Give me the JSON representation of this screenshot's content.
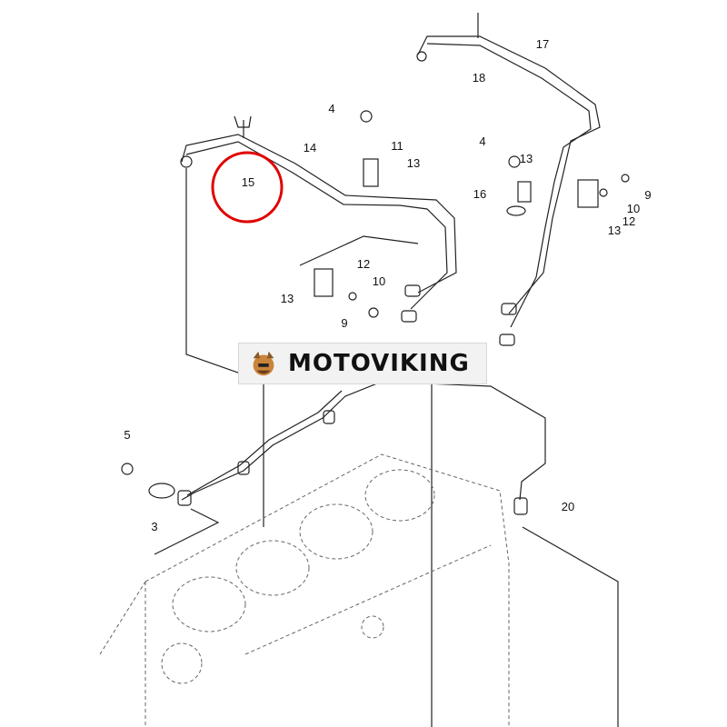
{
  "brand": {
    "name": "MOTOVIKING",
    "logo_icon": "viking-logo-icon"
  },
  "highlight": {
    "callout": "15",
    "color": "#e00000"
  },
  "callouts": [
    {
      "id": "c17a",
      "text": "17"
    },
    {
      "id": "c18",
      "text": "18"
    },
    {
      "id": "c4a",
      "text": "4"
    },
    {
      "id": "c14",
      "text": "14"
    },
    {
      "id": "c11",
      "text": "11"
    },
    {
      "id": "c13a",
      "text": "13"
    },
    {
      "id": "c15",
      "text": "15"
    },
    {
      "id": "c12a",
      "text": "12"
    },
    {
      "id": "c10a",
      "text": "10"
    },
    {
      "id": "c13b",
      "text": "13"
    },
    {
      "id": "c9a",
      "text": "9"
    },
    {
      "id": "c4b",
      "text": "4"
    },
    {
      "id": "c13c",
      "text": "13"
    },
    {
      "id": "c16",
      "text": "16"
    },
    {
      "id": "c9b",
      "text": "9"
    },
    {
      "id": "c10b",
      "text": "10"
    },
    {
      "id": "c12b",
      "text": "12"
    },
    {
      "id": "c13d",
      "text": "13"
    },
    {
      "id": "c5",
      "text": "5"
    },
    {
      "id": "c3",
      "text": "3"
    },
    {
      "id": "c20",
      "text": "20"
    }
  ]
}
